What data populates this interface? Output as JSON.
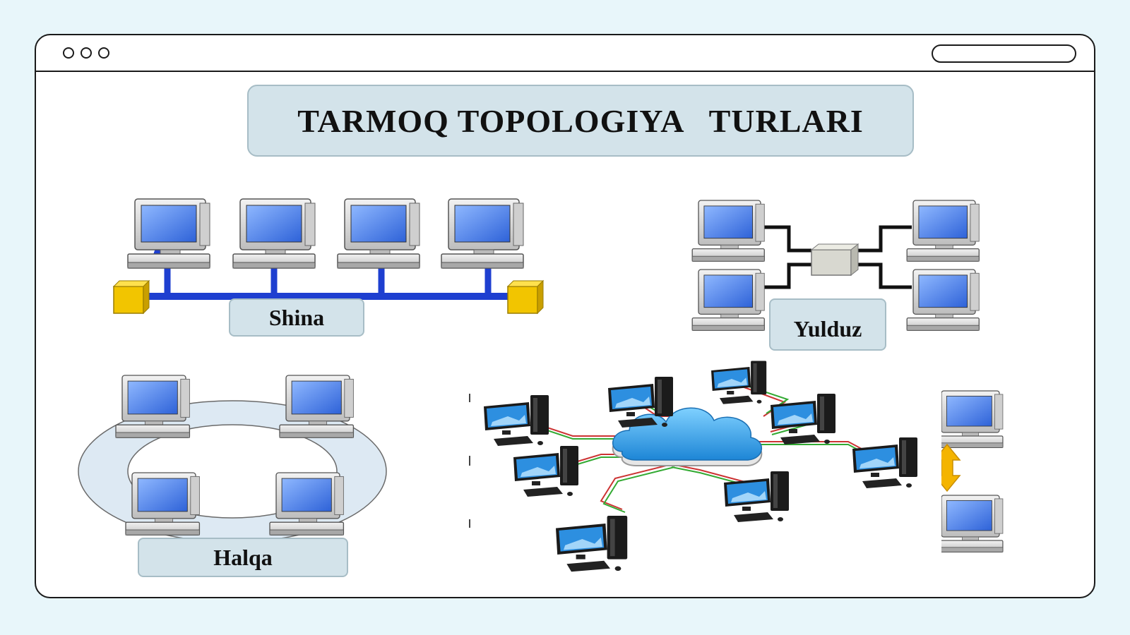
{
  "title": "TARMOQ TOPOLOGIYA   TURLARI",
  "labels": {
    "bus": "Shina",
    "star": "Yulduz",
    "ring": "Halqa"
  },
  "colors": {
    "page_background": "#e8f6fa",
    "window_border": "#1a1a1a",
    "label_fill": "#d3e3ea",
    "bus_cable": "#1e3fd0",
    "terminator": "#f2c500",
    "star_hub": "#d8d8d0",
    "cloud": "#3aa6e6",
    "ring": "#dde9f3",
    "swap_arrow": "#f4b400"
  },
  "icons": [
    "computer-icon",
    "hub-icon",
    "cloud-icon",
    "terminator-icon",
    "double-arrow-icon"
  ]
}
